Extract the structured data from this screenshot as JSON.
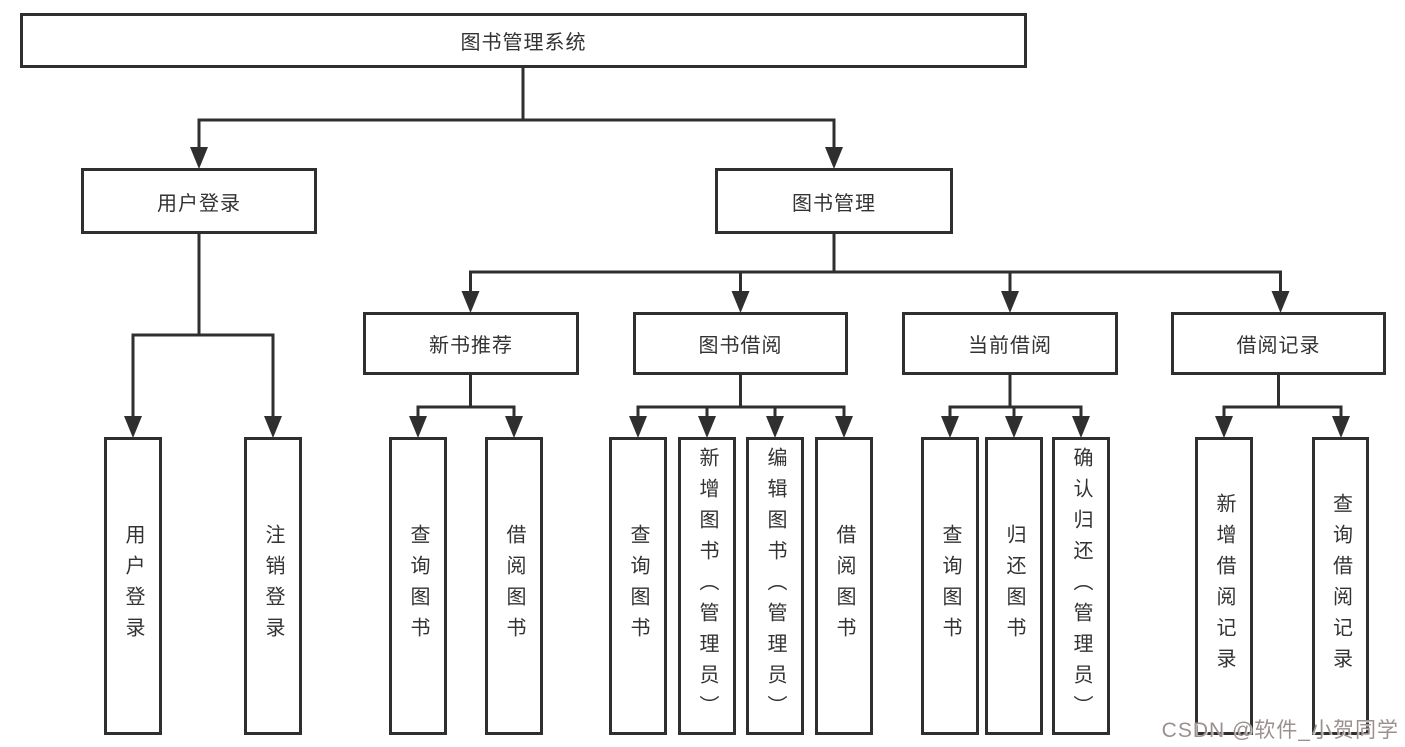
{
  "diagram": {
    "root": "图书管理系统",
    "level2": {
      "user_login": "用户登录",
      "book_mgmt": "图书管理"
    },
    "level3": {
      "new_books": "新书推荐",
      "borrowing": "图书借阅",
      "current": "当前借阅",
      "records": "借阅记录"
    },
    "leaves": {
      "user_login": [
        "用户登录",
        "注销登录"
      ],
      "new_books": [
        "查询图书",
        "借阅图书"
      ],
      "borrowing": [
        "查询图书",
        "新增图书（管理员）",
        "编辑图书（管理员）",
        "借阅图书"
      ],
      "current": [
        "查询图书",
        "归还图书",
        "确认归还（管理员）"
      ],
      "records": [
        "新增借阅记录",
        "查询借阅记录"
      ]
    }
  },
  "colors": {
    "line": "#2f2f2f",
    "text": "#333333",
    "watermark": "#9c8f8f"
  },
  "watermark": {
    "text": "CSDN @软件_小贺同学"
  }
}
